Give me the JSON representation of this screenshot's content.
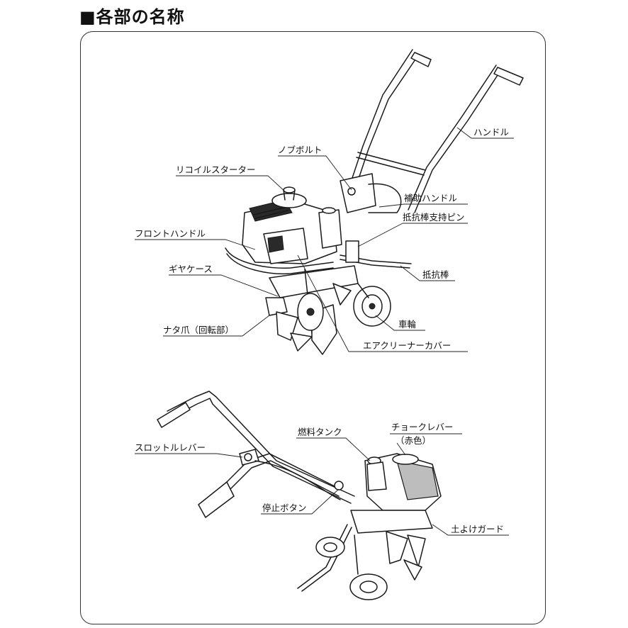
{
  "title": "■各部の名称",
  "upper_labels": {
    "handle": "ハンドル",
    "knob_bolt": "ノブボルト",
    "recoil_starter": "リコイルスターター",
    "aux_handle": "補助ハンドル",
    "resist_pin": "抵抗棒支持ピン",
    "front_handle": "フロントハンドル",
    "resist_bar": "抵抗棒",
    "gear_case": "ギヤケース",
    "wheel": "車輪",
    "tines": "ナタ爪（回転部）",
    "air_cleaner": "エアクリーナーカバー"
  },
  "lower_labels": {
    "fuel_tank": "燃料タンク",
    "choke_lever": "チョークレバー",
    "choke_color": "（赤色）",
    "throttle_lever": "スロットルレバー",
    "stop_button": "停止ボタン",
    "soil_guard": "土よけガード"
  }
}
